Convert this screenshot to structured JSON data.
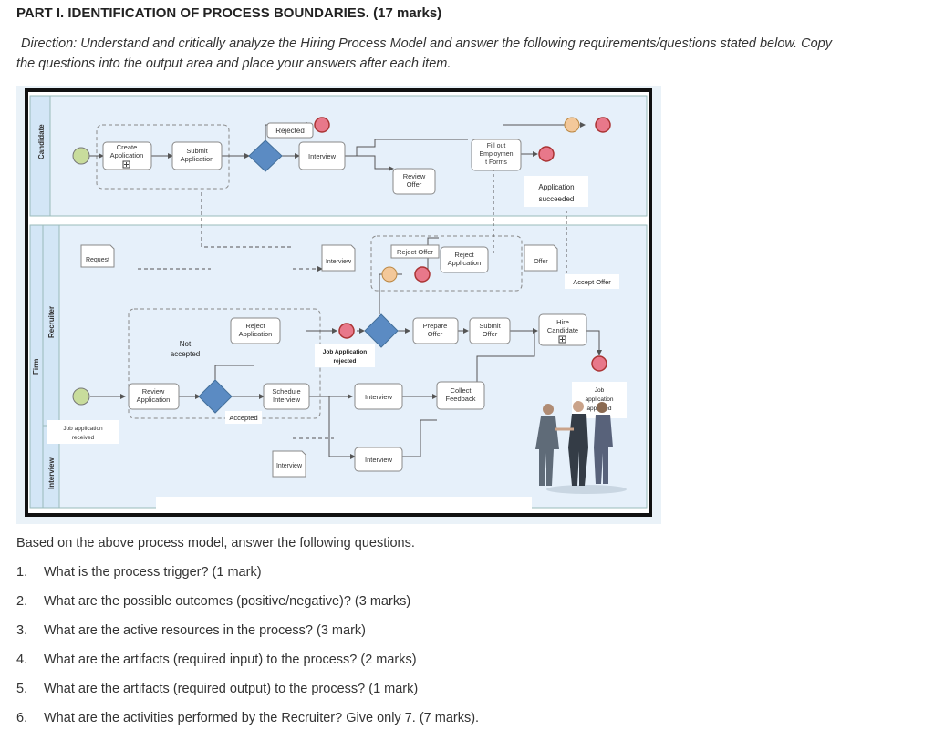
{
  "part_title": "PART I. IDENTIFICATION OF PROCESS BOUNDARIES. (17 marks)",
  "direction": {
    "line1": "Direction: Understand and critically analyze the Hiring Process Model and answer the following requirements/questions stated below. Copy",
    "line2": "the questions into the output area and place your answers after each item."
  },
  "diagram": {
    "pool_firm": "Firm",
    "lane_candidate": "Candidate",
    "lane_recruiter": "Recruiter",
    "lane_interview": "Interview",
    "create_application": [
      "Create",
      "Application"
    ],
    "submit_application": [
      "Submit",
      "Application"
    ],
    "rejected": "Rejected",
    "interview_top": "Interview",
    "fill_out_forms": [
      "Fill out",
      "Employmen",
      "t Forms"
    ],
    "review_offer": [
      "Review",
      "Offer"
    ],
    "application_succeeded": [
      "Application",
      "succeeded"
    ],
    "request": "Request",
    "interview_doc": "Interview",
    "reject_offer": "Reject Offer",
    "reject_application_top": [
      "Reject",
      "Application"
    ],
    "offer": "Offer",
    "accept_offer": "Accept Offer",
    "reject_application_mid": [
      "Reject",
      "Application"
    ],
    "not_accepted": [
      "Not",
      "accepted"
    ],
    "job_application_rejected": [
      "Job Application",
      "rejected"
    ],
    "prepare_offer": [
      "Prepare",
      "Offer"
    ],
    "submit_offer": [
      "Submit",
      "Offer"
    ],
    "hire_candidate": [
      "Hire",
      "Candidate"
    ],
    "review_application": [
      "Review",
      "Application"
    ],
    "schedule_interview": [
      "Schedule",
      "Interview"
    ],
    "interview_mid": "Interview",
    "collect_feedback": [
      "Collect",
      "Feedback"
    ],
    "job_application_approved": [
      "Job",
      "application",
      "approved"
    ],
    "accepted": "Accepted",
    "job_application_received": [
      "Job application",
      "received"
    ],
    "interview_doc_bottom": "Interview",
    "interview_bottom": "Interview"
  },
  "questions_intro": "Based on the above process model, answer the following questions.",
  "questions": [
    {
      "num": "1.",
      "text": "What is the process trigger? (1 mark)"
    },
    {
      "num": "2.",
      "text": "What are the possible outcomes (positive/negative)? (3 marks)"
    },
    {
      "num": "3.",
      "text": "What are the active resources in the process? (3 mark)"
    },
    {
      "num": "4.",
      "text": "What are the artifacts (required input) to the process? (2 marks)"
    },
    {
      "num": "5.",
      "text": "What are the artifacts (required output) to the process? (1 mark)"
    },
    {
      "num": "6.",
      "text": "What are the activities performed by the Recruiter? Give only 7. (7 marks)."
    }
  ],
  "colors": {
    "lane_fill": "#e6f0fa",
    "lane_fill_dark": "#d3e6f6",
    "task_fill": "#ffffff",
    "gateway": "#5b8bc3",
    "start_event": "#c8dc9c",
    "end_event": "#e8788a",
    "message_event": "#f3c89a"
  }
}
